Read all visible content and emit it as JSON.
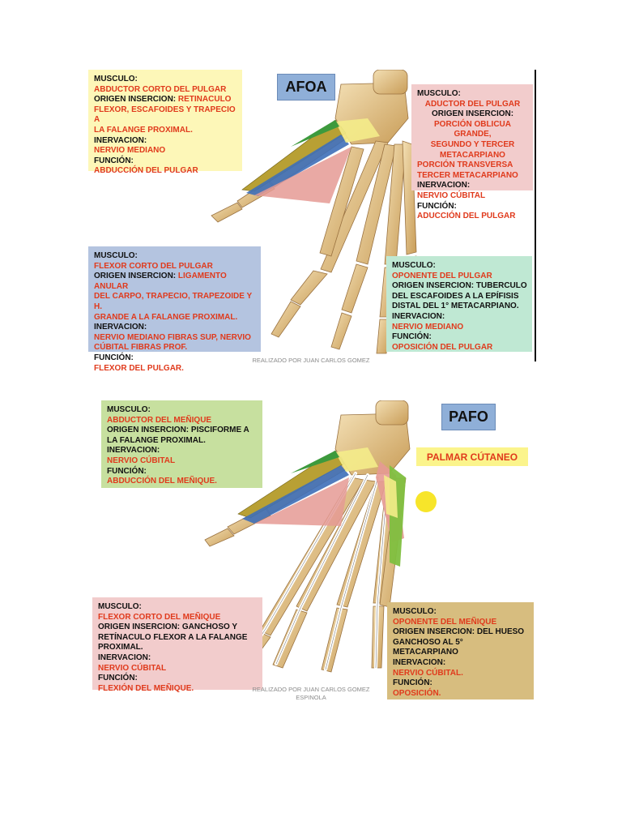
{
  "colors": {
    "yellow_box": "#fdf7b8",
    "pink_box": "#f2cccc",
    "blue_box": "#b4c4e0",
    "teal_box": "#bfe8d3",
    "green_box": "#c7e09f",
    "tan_box": "#d7bd7f",
    "tag_blue": "#8fafd8",
    "tag_yellow": "#fbf48c",
    "red_text": "#e03a1c"
  },
  "panel1": {
    "tag": "AFOA",
    "credit": "REALIZADO POR JUAN CARLOS GOMEZ",
    "boxes": {
      "top_left": {
        "l1": "MUSCULO:",
        "l2": "ABDUCTOR CORTO DEL PULGAR",
        "l3a": "ORIGEN INSERCION: ",
        "l3b": "RETINACULO",
        "l4": "FLEXOR, ESCAFOIDES Y TRAPECIO A\nLA FALANGE PROXIMAL.",
        "l5": "INERVACION:",
        "l6": "NERVIO MEDIANO",
        "l7": "FUNCIÓN:",
        "l8": "ABDUCCIÓN DEL PULGAR"
      },
      "top_right": {
        "l1": "MUSCULO:",
        "l2": "ADUCTOR DEL PULGAR",
        "l3": "ORIGEN INSERCION:",
        "l4": "PORCIÓN OBLICUA  GRANDE,\nSEGUNDO Y TERCER\nMETACARPIANO",
        "l5": "PORCIÓN TRANSVERSA\nTERCER METACARPIANO",
        "l6": "INERVACION:",
        "l7": "NERVIO CÚBITAL",
        "l8": "FUNCIÓN:",
        "l9": "ADUCCIÓN DEL PULGAR"
      },
      "bottom_left": {
        "l1": "MUSCULO:",
        "l2": "FLEXOR CORTO DEL PULGAR",
        "l3a": "ORIGEN INSERCION: ",
        "l3b": "LIGAMENTO ANULAR\nDEL CARPO, TRAPECIO, TRAPEZOIDE Y  H.\nGRANDE A LA FALANGE PROXIMAL.",
        "l4": "INERVACION:",
        "l5": "NERVIO MEDIANO FIBRAS SUP, NERVIO\nCÚBITAL FIBRAS PROF.",
        "l6": "FUNCIÓN:",
        "l7": "FLEXOR DEL PULGAR."
      },
      "bottom_right": {
        "l1": "MUSCULO:",
        "l2": "OPONENTE DEL PULGAR",
        "l3": "ORIGEN INSERCION: TUBERCULO\nDEL ESCAFOIDES  A LA EPÍFISIS\nDISTAL DEL 1° METACARPIANO.",
        "l4": "INERVACION:",
        "l5": "NERVIO MEDIANO",
        "l6": "FUNCIÓN:",
        "l7": "OPOSICIÓN DEL PULGAR"
      }
    }
  },
  "panel2": {
    "tag": "PAFO",
    "label": "PALMAR CÚTANEO",
    "credit": "REALIZADO POR JUAN CARLOS GOMEZ\nESPINOLA",
    "boxes": {
      "top_left": {
        "l1": "MUSCULO:",
        "l2": "ABDUCTOR DEL MEÑIQUE",
        "l3": "ORIGEN INSERCION: PISCIFORME A\nLA FALANGE PROXIMAL.",
        "l4": "INERVACION:",
        "l5": "NERVIO CÚBITAL",
        "l6": "FUNCIÓN:",
        "l7": "ABDUCCIÓN DEL MEÑIQUE."
      },
      "bottom_left": {
        "l1": "MUSCULO:",
        "l2": "FLEXOR CORTO DEL MEÑIQUE",
        "l3": "ORIGEN INSERCION: GANCHOSO Y\nRETÍNACULO FLEXOR A LA FALANGE\nPROXIMAL.",
        "l4": "INERVACION:",
        "l5": "NERVIO CÚBITAL",
        "l6": "FUNCIÓN:",
        "l7": "FLEXIÓN DEL MEÑIQUE."
      },
      "bottom_right": {
        "l1": "MUSCULO:",
        "l2": "OPONENTE DEL MEÑIQUE",
        "l3": "ORIGEN INSERCION: DEL HUESO\nGANCHOSO AL 5°\nMETACARPIANO",
        "l4": "INERVACION:",
        "l5": "NERVIO CÚBITAL.",
        "l6": "FUNCIÓN:",
        "l7": "OPOSICIÓN."
      }
    }
  }
}
